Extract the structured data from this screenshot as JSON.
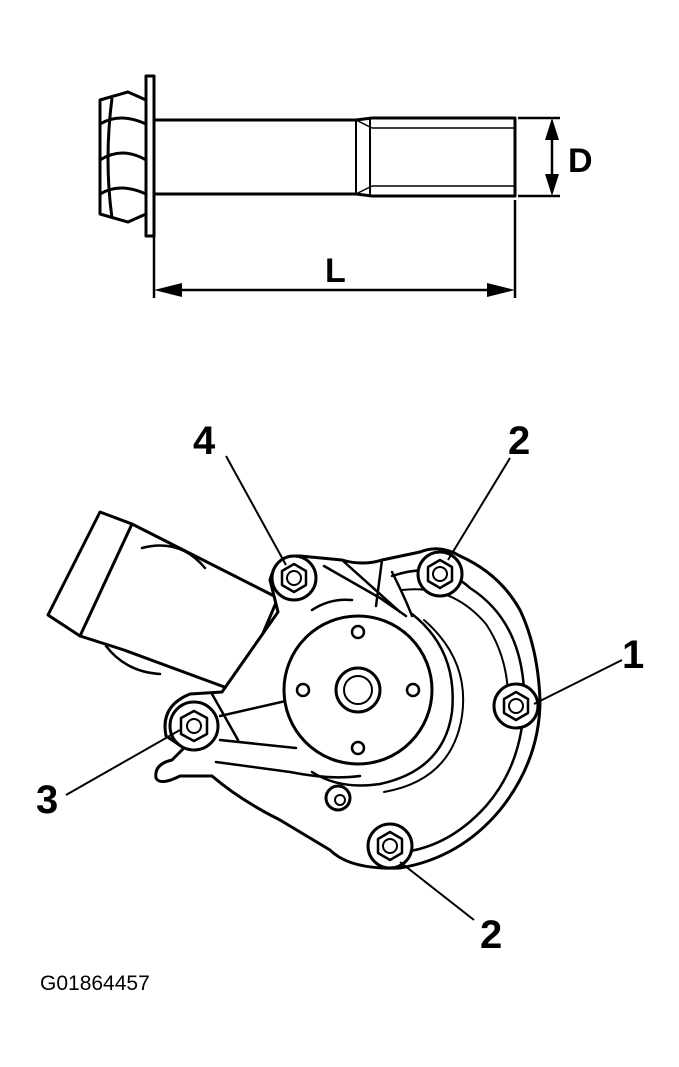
{
  "bolt": {
    "length_label": "L",
    "diameter_label": "D"
  },
  "pump": {
    "callouts": [
      "4",
      "2",
      "1",
      "3",
      "2"
    ]
  },
  "figure_code": "G01864457",
  "colors": {
    "line": "#000000",
    "background": "#ffffff"
  }
}
